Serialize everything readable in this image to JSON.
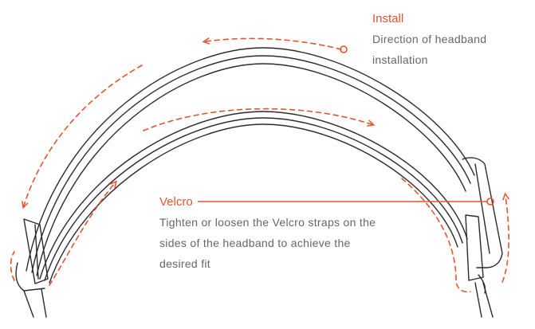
{
  "colors": {
    "accent": "#e5532e",
    "text": "#666666",
    "stroke": "#2b2b2b"
  },
  "install": {
    "title": "Install",
    "description": "Direction of headband installation"
  },
  "velcro": {
    "title": "Velcro",
    "description": "Tighten or loosen the Velcro straps on the sides of the headband to achieve the desired fit"
  }
}
